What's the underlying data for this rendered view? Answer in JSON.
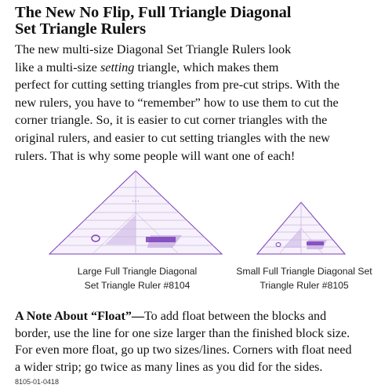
{
  "title": {
    "line1": "The New No Flip, Full Triangle Diagonal",
    "line2": "Set Triangle Rulers"
  },
  "intro": {
    "line1": "The new multi-size Diagonal Set Triangle Rulers look",
    "line2_before": "like a multi-size ",
    "line2_emphasis": "setting",
    "line2_after": " triangle, which makes them",
    "line3": "perfect for cutting setting triangles from pre-cut strips. With the",
    "line4": "new rulers, you have to “remember” how to use them to cut the",
    "line5": "corner triangle. So, it is easier to cut corner triangles with the",
    "line6": "original rulers, and easier to cut setting triangles with the new",
    "line7": "rulers. That is why some people will want one of each!"
  },
  "products": [
    {
      "caption_line1": "Large Full Triangle Diagonal",
      "caption_line2": "Set Triangle Ruler #8104"
    },
    {
      "caption_line1": "Small Full Triangle Diagonal Set",
      "caption_line2": "Triangle Ruler #8105"
    }
  ],
  "ruler_colors": {
    "accent": "#7b3fb8",
    "light": "#c8b0e4",
    "grid": "#b79fd8"
  },
  "note": {
    "heading": "A Note About “Float”—",
    "line1_rest": "To add float between the blocks and",
    "line2": "border, use the line for one size larger than the finished block size.",
    "line3": "For even more float, go up two sizes/lines. Corners with float need",
    "line4": "a wider strip; go twice as many lines as you did for the sides."
  },
  "footer_code": "8105-01-0418"
}
